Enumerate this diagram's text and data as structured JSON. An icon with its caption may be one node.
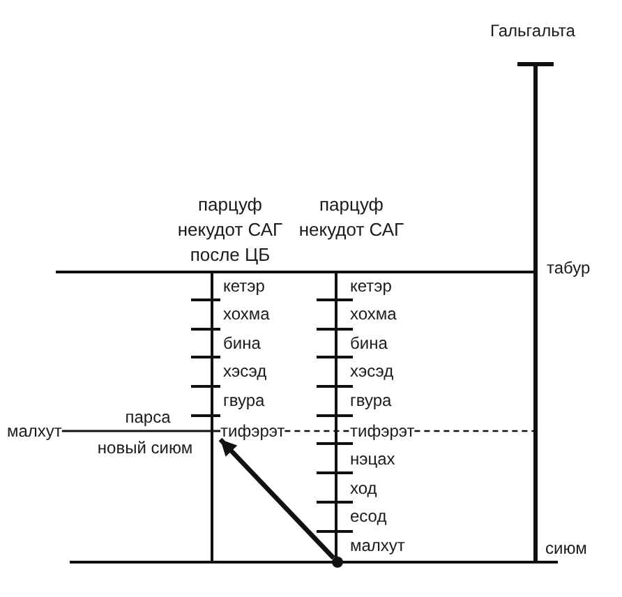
{
  "diagram": {
    "nodes": [
      {
        "text": [
          "малхут"
        ]
      },
      {
        "text": [
          "тифэрэт"
        ]
      },
      {
        "text": [
          "тифэрэт"
        ]
      },
      {
        "text": [],
        "shape": "circle"
      }
    ],
    "edges": [
      {
        "from": 0,
        "to": 1,
        "arrow": "none",
        "label": "парса"
      },
      {
        "from": 1,
        "to": 2,
        "arrow": "none",
        "style": "dashed"
      },
      {
        "from": 2,
        "to": null,
        "arrow": "none",
        "style": "dashed"
      },
      {
        "from": 3,
        "to": 1,
        "arrow": "to",
        "style": "thick"
      }
    ],
    "labels": [
      "Гальгальта",
      "парцуф некудот САГ после ЦБ",
      "парцуф некудот САГ",
      "табур",
      "кетэр",
      "кетэр",
      "хохма",
      "хохма",
      "бина",
      "бина",
      "хэсэд",
      "хэсэд",
      "гвура",
      "гвура",
      "новый сиюм",
      "нэцах",
      "ход",
      "есод",
      "малхут",
      "сиюм"
    ]
  }
}
